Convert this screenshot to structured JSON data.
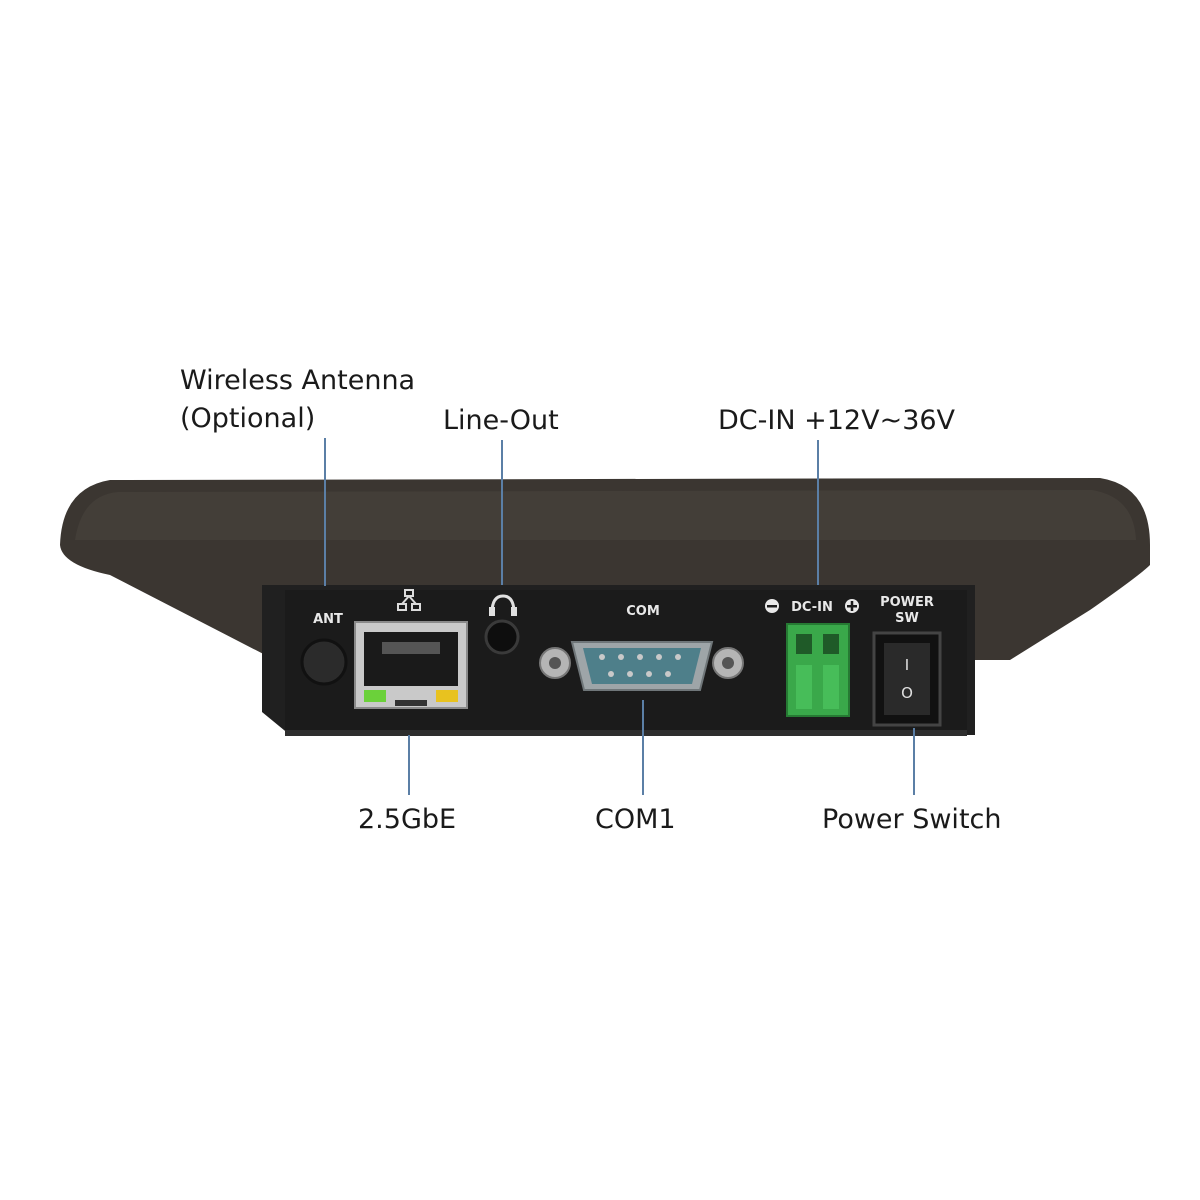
{
  "callouts": {
    "wireless_antenna_line1": "Wireless Antenna",
    "wireless_antenna_line2": "(Optional)",
    "line_out": "Line-Out",
    "dc_in": "DC-IN +12V~36V",
    "lan": "2.5GbE",
    "com1": "COM1",
    "power_switch": "Power Switch"
  },
  "panel_labels": {
    "ant": "ANT",
    "com": "COM",
    "dc_in": "DC-IN",
    "power_line1": "POWER",
    "power_line2": "SW",
    "switch_on": "I",
    "switch_off": "O"
  },
  "colors": {
    "bezel": "#3b3631",
    "io_plate": "#1f1f1f",
    "leader_line": "#5b7fa6",
    "terminal_block": "#3aa84a",
    "com_connector": "#4e7f8a"
  }
}
